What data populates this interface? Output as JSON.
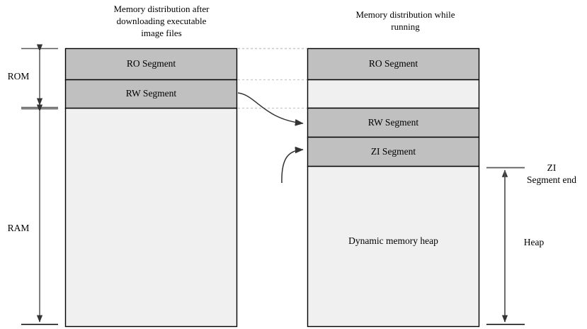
{
  "diagram": {
    "titles": {
      "left": "Memory distribution after\ndownloading executable\nimage files",
      "right": "Memory distribution while\nrunning"
    },
    "left_block": {
      "segments": [
        {
          "label": "RO Segment",
          "fill": "#c0c0c0"
        },
        {
          "label": "RW Segment",
          "fill": "#c0c0c0"
        },
        {
          "label": "",
          "fill": "#f0f0f0"
        }
      ]
    },
    "right_block": {
      "segments": [
        {
          "label": "RO Segment",
          "fill": "#c0c0c0"
        },
        {
          "label": "",
          "fill": "#f0f0f0"
        },
        {
          "label": "RW Segment",
          "fill": "#c0c0c0"
        },
        {
          "label": "ZI Segment",
          "fill": "#c0c0c0"
        },
        {
          "label": "Dynamic memory heap",
          "fill": "#f0f0f0"
        }
      ]
    },
    "left_axis": [
      {
        "label": "ROM"
      },
      {
        "label": "RAM"
      }
    ],
    "right_axis": [
      {
        "label": "ZI\nSegment end"
      },
      {
        "label": "Heap"
      }
    ],
    "colors": {
      "segment_fill": "#c0c0c0",
      "empty_fill": "#f0f0f0",
      "outline": "#000000",
      "guide": "#c8c8c8",
      "axis": "#595959",
      "arrow": "#333333"
    }
  }
}
